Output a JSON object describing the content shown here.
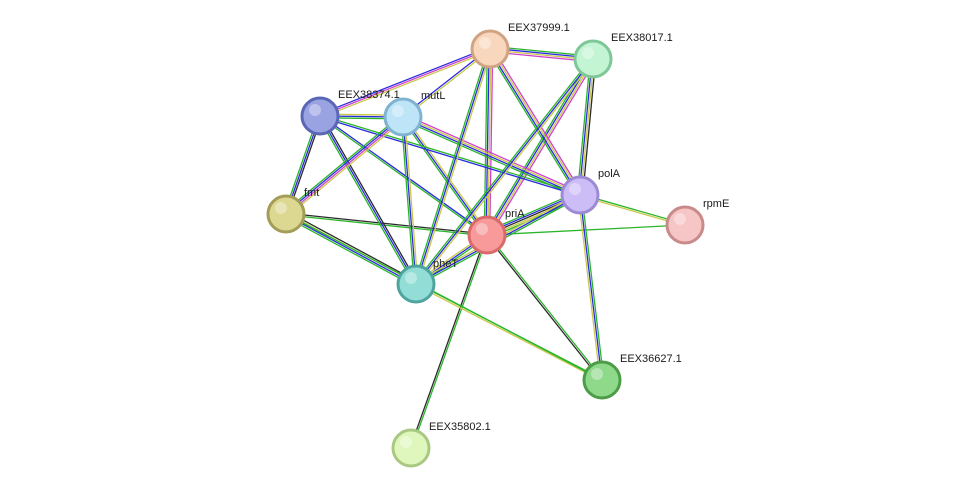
{
  "network": {
    "nodes": [
      {
        "id": "priA",
        "label": "priA",
        "fill": "#f89a9a",
        "stroke": "#d96a6a"
      },
      {
        "id": "polA",
        "label": "polA",
        "fill": "#cdbdf7",
        "stroke": "#9c8bd4"
      },
      {
        "id": "pheT",
        "label": "pheT",
        "fill": "#93ddd7",
        "stroke": "#4fa49e"
      },
      {
        "id": "fmt",
        "label": "fmt",
        "fill": "#dcd892",
        "stroke": "#a39d58"
      },
      {
        "id": "mutL",
        "label": "mutL",
        "fill": "#bde4f7",
        "stroke": "#7fb3d0"
      },
      {
        "id": "EEX38374.1",
        "label": "EEX38374.1",
        "fill": "#9aa3e2",
        "stroke": "#5a66b6"
      },
      {
        "id": "EEX37999.1",
        "label": "EEX37999.1",
        "fill": "#f9d7bd",
        "stroke": "#d0a382"
      },
      {
        "id": "EEX38017.1",
        "label": "EEX38017.1",
        "fill": "#c3f4d3",
        "stroke": "#7fc797"
      },
      {
        "id": "rpmE",
        "label": "rpmE",
        "fill": "#f6c5c5",
        "stroke": "#c98a8a"
      },
      {
        "id": "EEX36627.1",
        "label": "EEX36627.1",
        "fill": "#8fd98a",
        "stroke": "#4c9c48"
      },
      {
        "id": "EEX35802.1",
        "label": "EEX35802.1",
        "fill": "#dff7bd",
        "stroke": "#a9c982"
      }
    ],
    "edges": [
      {
        "from": "priA",
        "to": "polA",
        "colors": [
          "#2ab52a",
          "#2a2ae0",
          "#2a2a2a",
          "#c9c94a",
          "#2ab52a"
        ]
      },
      {
        "from": "priA",
        "to": "pheT",
        "colors": [
          "#2ab52a",
          "#2a2ae0",
          "#c9c94a"
        ]
      },
      {
        "from": "priA",
        "to": "fmt",
        "colors": [
          "#2ab52a",
          "#2a2a2a"
        ]
      },
      {
        "from": "priA",
        "to": "mutL",
        "colors": [
          "#2ab52a",
          "#2a2ae0",
          "#c9c94a"
        ]
      },
      {
        "from": "priA",
        "to": "EEX38374.1",
        "colors": [
          "#2ab52a",
          "#2a2ae0"
        ]
      },
      {
        "from": "priA",
        "to": "EEX37999.1",
        "colors": [
          "#2ab52a",
          "#2a2ae0",
          "#c9c94a",
          "#d040d0"
        ]
      },
      {
        "from": "priA",
        "to": "EEX38017.1",
        "colors": [
          "#2ab52a",
          "#2a2ae0",
          "#c9c94a",
          "#d040d0"
        ]
      },
      {
        "from": "priA",
        "to": "rpmE",
        "colors": [
          "#2ab52a"
        ]
      },
      {
        "from": "priA",
        "to": "EEX36627.1",
        "colors": [
          "#2ab52a",
          "#2a2a2a"
        ]
      },
      {
        "from": "priA",
        "to": "EEX35802.1",
        "colors": [
          "#2ab52a",
          "#2a2a2a"
        ]
      },
      {
        "from": "polA",
        "to": "pheT",
        "colors": [
          "#2ab52a",
          "#2a2ae0",
          "#c9c94a"
        ]
      },
      {
        "from": "polA",
        "to": "mutL",
        "colors": [
          "#2ab52a",
          "#2a2ae0",
          "#c9c94a",
          "#d040d0"
        ]
      },
      {
        "from": "polA",
        "to": "EEX38374.1",
        "colors": [
          "#2a2ae0",
          "#2ab52a"
        ]
      },
      {
        "from": "polA",
        "to": "EEX37999.1",
        "colors": [
          "#2ab52a",
          "#2a2ae0",
          "#c9c94a",
          "#d040d0"
        ]
      },
      {
        "from": "polA",
        "to": "EEX38017.1",
        "colors": [
          "#2ab52a",
          "#2a2ae0",
          "#c9c94a",
          "#2a2a2a"
        ]
      },
      {
        "from": "polA",
        "to": "rpmE",
        "colors": [
          "#2ab52a",
          "#c9c94a"
        ]
      },
      {
        "from": "polA",
        "to": "EEX36627.1",
        "colors": [
          "#2ab52a",
          "#2a2ae0",
          "#c9c94a"
        ]
      },
      {
        "from": "pheT",
        "to": "fmt",
        "colors": [
          "#2ab52a",
          "#2a2ae0",
          "#c9c94a",
          "#2a2a2a"
        ]
      },
      {
        "from": "pheT",
        "to": "mutL",
        "colors": [
          "#2ab52a",
          "#2a2ae0",
          "#c9c94a"
        ]
      },
      {
        "from": "pheT",
        "to": "EEX38374.1",
        "colors": [
          "#2ab52a",
          "#2a2ae0",
          "#2a2a2a"
        ]
      },
      {
        "from": "pheT",
        "to": "EEX37999.1",
        "colors": [
          "#2ab52a",
          "#2a2ae0",
          "#c9c94a"
        ]
      },
      {
        "from": "pheT",
        "to": "EEX38017.1",
        "colors": [
          "#2ab52a",
          "#2a2ae0",
          "#c9c94a"
        ]
      },
      {
        "from": "pheT",
        "to": "EEX36627.1",
        "colors": [
          "#2ab52a",
          "#c9c94a"
        ]
      },
      {
        "from": "fmt",
        "to": "mutL",
        "colors": [
          "#2ab52a",
          "#2a2ae0",
          "#d040d0",
          "#c9c94a"
        ]
      },
      {
        "from": "fmt",
        "to": "EEX38374.1",
        "colors": [
          "#2ab52a",
          "#2a2ae0",
          "#2a2a2a"
        ]
      },
      {
        "from": "fmt",
        "to": "EEX36627.1",
        "colors": [
          "#2ab52a"
        ]
      },
      {
        "from": "mutL",
        "to": "EEX38374.1",
        "colors": [
          "#2ab52a",
          "#2a2ae0",
          "#c9c94a"
        ]
      },
      {
        "from": "mutL",
        "to": "EEX37999.1",
        "colors": [
          "#2a2ae0",
          "#c9c94a"
        ]
      },
      {
        "from": "EEX38374.1",
        "to": "EEX37999.1",
        "colors": [
          "#2a2ae0",
          "#d040d0",
          "#c9c94a"
        ]
      },
      {
        "from": "EEX37999.1",
        "to": "EEX38017.1",
        "colors": [
          "#2ab52a",
          "#2a2ae0",
          "#c9c94a",
          "#d040d0"
        ]
      }
    ]
  }
}
